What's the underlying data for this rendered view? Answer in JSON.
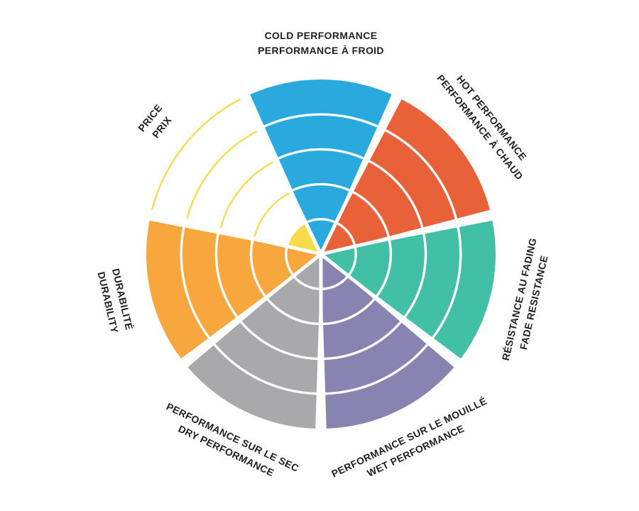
{
  "page": {
    "background": "#FFFFFF",
    "text_color": "#231F20"
  },
  "chart_data": {
    "type": "pie",
    "subtype": "radial-rating-wheel",
    "description": "Seven-sector circular performance-rating wheel; each sector is divided into 5 concentric rings, filled rings indicate the score; unfilled rings are shown as thin colored arc outlines.",
    "rings": 5,
    "max_value": 5,
    "legend_position": "around-wheel",
    "grid": "white ring dividers and white radial spokes",
    "segments": [
      {
        "id": "cold-performance",
        "lines": [
          "COLD PERFORMANCE",
          "PERFORMANCE À FROID"
        ],
        "value": 5,
        "color": "#2AA9DF"
      },
      {
        "id": "hot-performance",
        "lines": [
          "HOT PERFORMANCE",
          "PERFORMANCE À CHAUD"
        ],
        "value": 5,
        "color": "#E96138"
      },
      {
        "id": "fade-resistance",
        "lines": [
          "RÉSISTANCE AU FADING",
          "FADE RESISTANCE"
        ],
        "value": 5,
        "color": "#41C0A5"
      },
      {
        "id": "wet-performance",
        "lines": [
          "PERFORMANCE SUR LE MOUILLÉ",
          "WET PERFORMANCE"
        ],
        "value": 5,
        "color": "#8884B1"
      },
      {
        "id": "dry-performance",
        "lines": [
          "PERFORMANCE SUR LE SEC",
          "DRY PERFORMANCE"
        ],
        "value": 5,
        "color": "#A9A9AC"
      },
      {
        "id": "durability",
        "lines": [
          "DURABILITÉ",
          "DURABILITY"
        ],
        "value": 5,
        "color": "#F8A73E"
      },
      {
        "id": "price",
        "lines": [
          "PRICE",
          "PRIX"
        ],
        "value": 1,
        "color": "#F6DC4D"
      }
    ]
  }
}
